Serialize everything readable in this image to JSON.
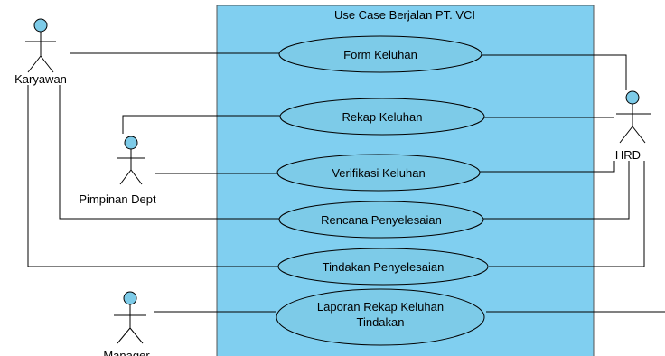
{
  "system": {
    "title": "Use Case Berjalan PT. VCI",
    "fill_color": "#80cff0",
    "border_color": "#555555"
  },
  "actors": [
    {
      "id": "karyawan",
      "name": "Karyawan"
    },
    {
      "id": "pimpinan",
      "name": "Pimpinan Dept"
    },
    {
      "id": "hrd",
      "name": "HRD"
    },
    {
      "id": "manager",
      "name": "Manager"
    }
  ],
  "use_cases": [
    {
      "id": "form",
      "label": "Form Keluhan"
    },
    {
      "id": "rekap",
      "label": "Rekap Keluhan"
    },
    {
      "id": "verifikasi",
      "label": "Verifikasi Keluhan"
    },
    {
      "id": "rencana",
      "label": "Rencana Penyelesaian"
    },
    {
      "id": "tindakan",
      "label": "Tindakan Penyelesaian"
    },
    {
      "id": "laporan",
      "label": "Laporan Rekap Keluhan Tindakan"
    }
  ],
  "associations": [
    {
      "from": "karyawan",
      "to": "form"
    },
    {
      "from": "karyawan",
      "to": "rencana"
    },
    {
      "from": "karyawan",
      "to": "tindakan"
    },
    {
      "from": "pimpinan",
      "to": "rekap"
    },
    {
      "from": "pimpinan",
      "to": "verifikasi"
    },
    {
      "from": "hrd",
      "to": "form"
    },
    {
      "from": "hrd",
      "to": "rekap"
    },
    {
      "from": "hrd",
      "to": "verifikasi"
    },
    {
      "from": "hrd",
      "to": "rencana"
    },
    {
      "from": "hrd",
      "to": "tindakan"
    },
    {
      "from": "manager",
      "to": "laporan"
    }
  ],
  "colors": {
    "actor_head": "#7dcbe8",
    "use_case_fill": "#7dcbe8",
    "line": "#000000"
  }
}
